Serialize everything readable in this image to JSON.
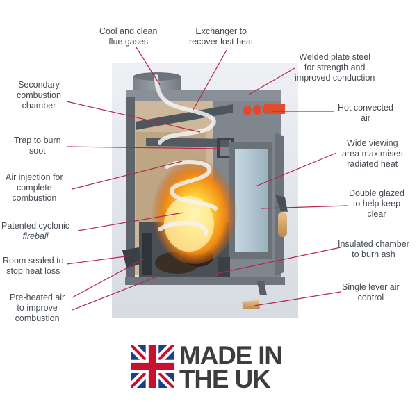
{
  "labels": {
    "flue_gases": [
      "Cool and clean",
      "flue gases"
    ],
    "exchanger": [
      "Exchanger to",
      "recover lost heat"
    ],
    "welded_plate": [
      "Welded plate steel",
      "for strength and",
      "improved conduction"
    ],
    "secondary_combustion": [
      "Secondary",
      "combustion",
      "chamber"
    ],
    "hot_convected": [
      "Hot convected",
      "air"
    ],
    "trap_soot": [
      "Trap to burn",
      "soot"
    ],
    "wide_viewing": [
      "Wide viewing",
      "area maximises",
      "radiated heat"
    ],
    "air_injection": [
      "Air injection for",
      "complete",
      "combustion"
    ],
    "double_glazed": [
      "Double glazed",
      "to help keep",
      "clear"
    ],
    "cyclonic": [
      "Patented cyclonic",
      "fireball"
    ],
    "insulated_chamber": [
      "Insulated chamber",
      "to burn ash"
    ],
    "room_sealed": [
      "Room sealed to",
      "stop heat loss"
    ],
    "single_lever": [
      "Single lever air",
      "control"
    ],
    "preheated_air": [
      "Pre-heated air",
      "to improve",
      "combustion"
    ]
  },
  "badge": {
    "line1": "MADE IN",
    "line2": "THE UK",
    "flag_icon": "union-jack-flag-icon"
  },
  "colors": {
    "leader_line": "#b5264a",
    "label_text": "#444a52",
    "badge_text": "#3d3d3f",
    "flag_blue": "#1c3f8c",
    "flag_red": "#c8102e"
  }
}
